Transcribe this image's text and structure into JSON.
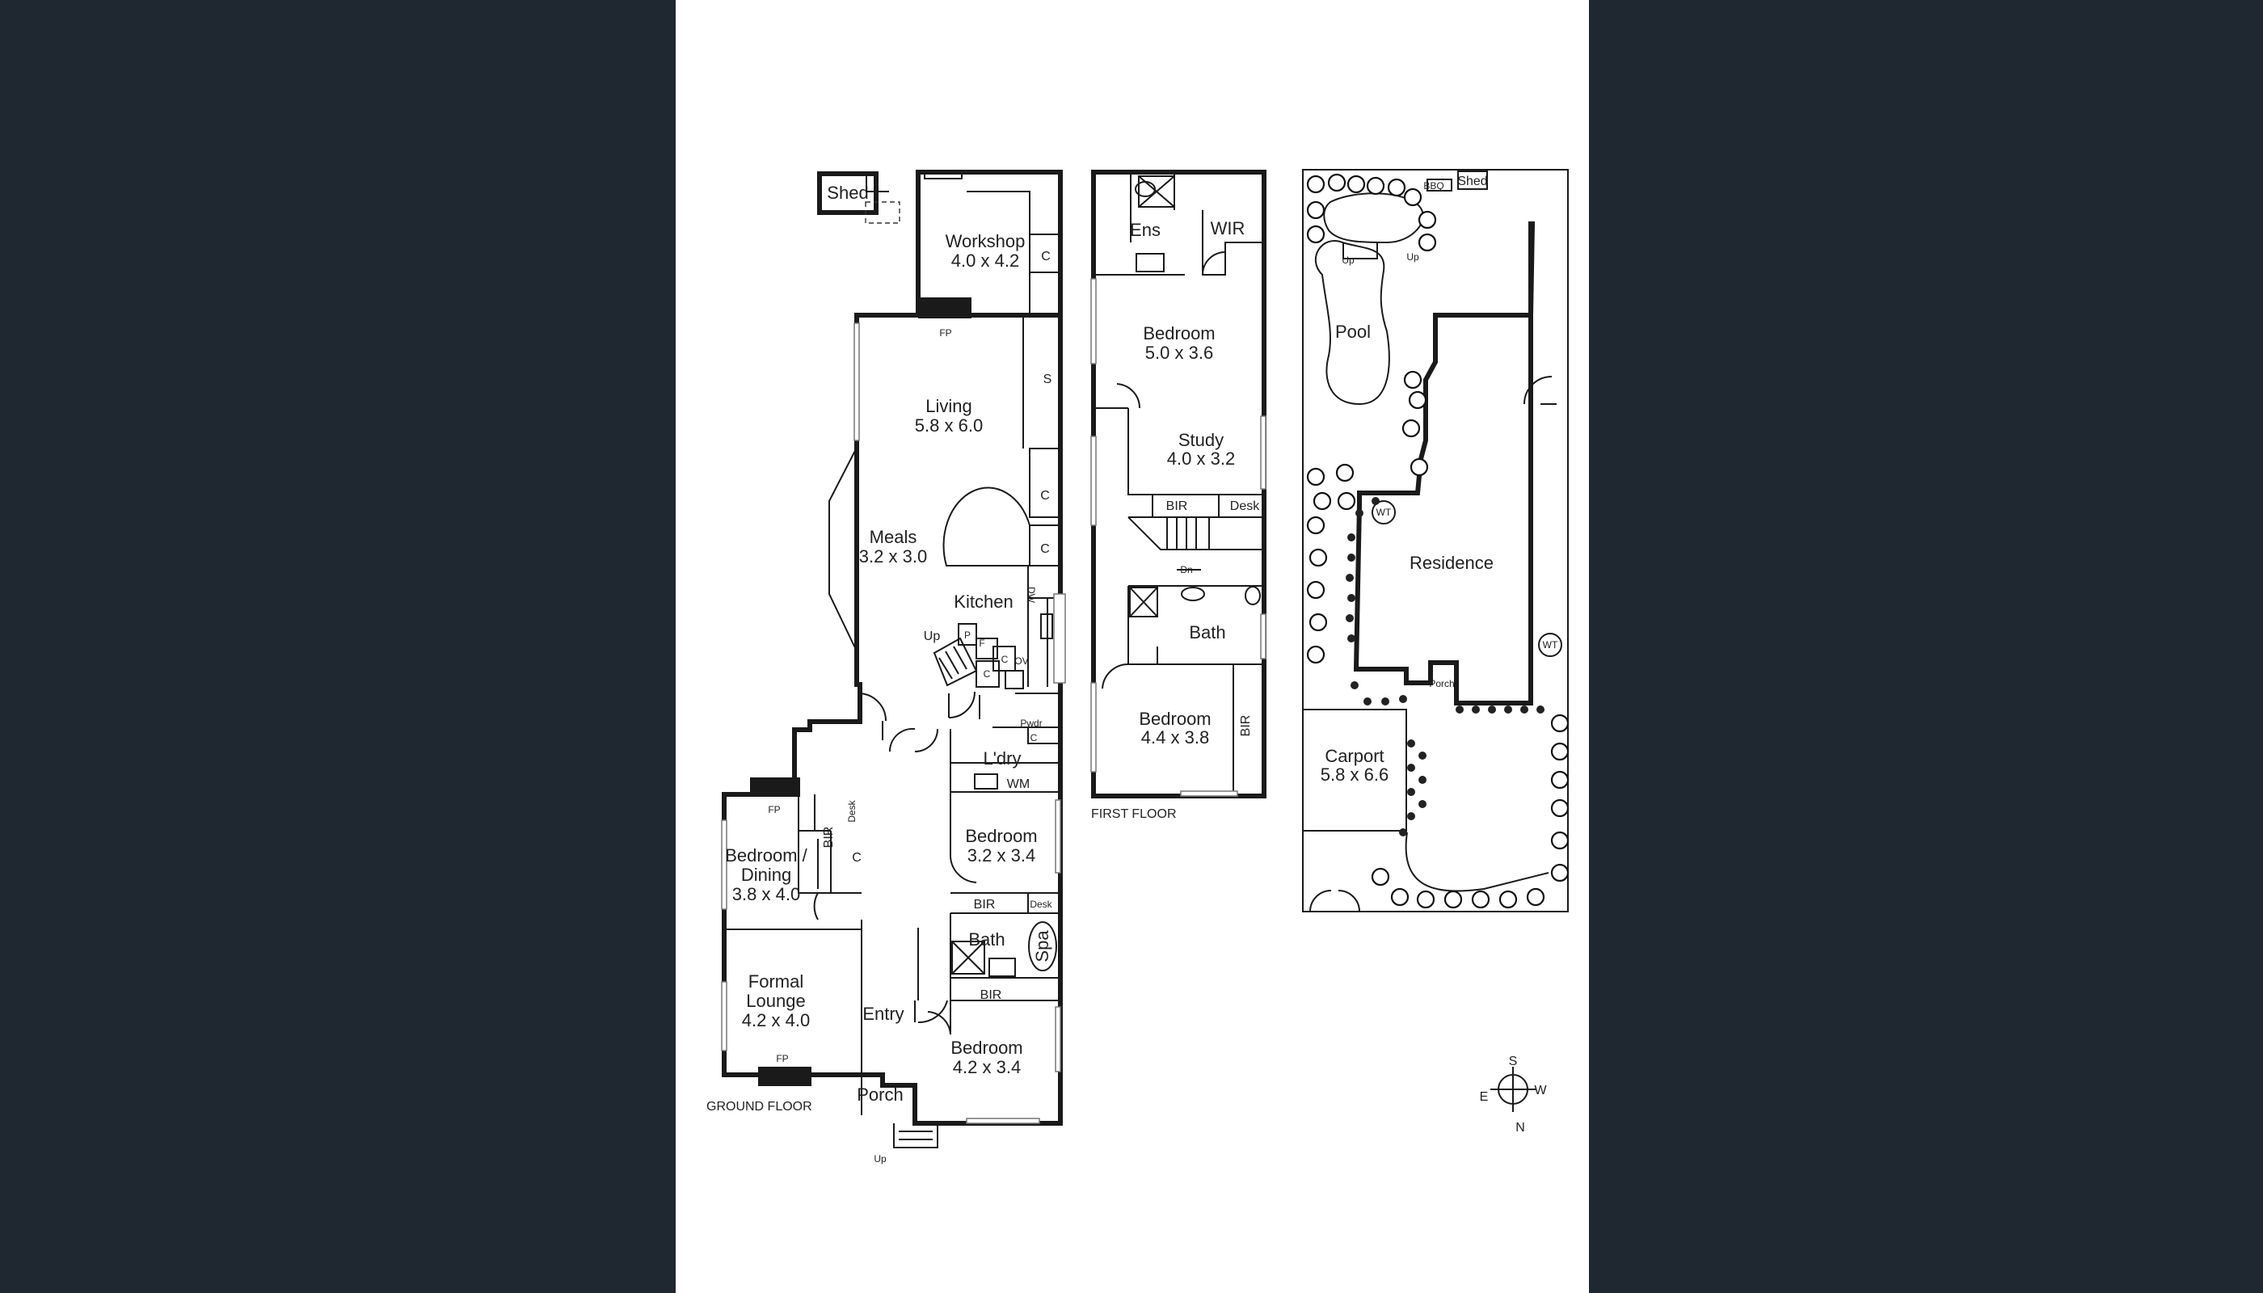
{
  "floor_labels": {
    "ground": "GROUND FLOOR",
    "first": "FIRST FLOOR"
  },
  "ground_floor": {
    "shed": "Shed",
    "workshop": {
      "name": "Workshop",
      "size": "4.0 x 4.2"
    },
    "living": {
      "name": "Living",
      "size": "5.8 x 6.0"
    },
    "meals": {
      "name": "Meals",
      "size": "3.2 x 3.0"
    },
    "kitchen": "Kitchen",
    "laundry": "L'dry",
    "bedroom_dining": {
      "line1": "Bedroom /",
      "line2": "Dining",
      "size": "3.8 x 4.0"
    },
    "bedroom_a": {
      "name": "Bedroom",
      "size": "3.2 x 3.4"
    },
    "bath": "Bath",
    "spa": "Spa",
    "formal_lounge": {
      "line1": "Formal",
      "line2": "Lounge",
      "size": "4.2 x 4.0"
    },
    "entry": "Entry",
    "bedroom_b": {
      "name": "Bedroom",
      "size": "4.2 x 3.4"
    },
    "porch": "Porch",
    "up": "Up",
    "fp": "FP",
    "c": "C",
    "s": "S",
    "bir": "BIR",
    "desk": "Desk",
    "pwdr": "Pwdr",
    "wm": "WM",
    "dw": "DW",
    "ov": "OV",
    "p": "P",
    "f": "F"
  },
  "first_floor": {
    "ens": "Ens",
    "wir": "WIR",
    "bedroom_a": {
      "name": "Bedroom",
      "size": "5.0 x 3.6"
    },
    "study": {
      "name": "Study",
      "size": "4.0 x 3.2"
    },
    "bir": "BIR",
    "desk": "Desk",
    "dn": "Dn",
    "bath": "Bath",
    "bedroom_b": {
      "name": "Bedroom",
      "size": "4.4 x 3.8"
    }
  },
  "site": {
    "shed": "Shed",
    "bbq": "BBQ",
    "pool": "Pool",
    "residence": "Residence",
    "wt": "WT",
    "porch": "Porch",
    "carport": {
      "name": "Carport",
      "size": "5.8 x 6.6"
    },
    "up": "Up"
  },
  "compass": {
    "s": "S",
    "w": "W",
    "e": "E",
    "n": "N"
  }
}
